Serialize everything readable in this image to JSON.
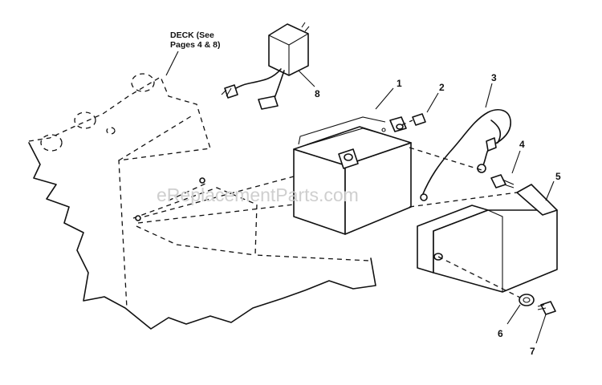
{
  "deck_label": {
    "line1": "DECK (See",
    "line2": "Pages 4 & 8)"
  },
  "watermark": "eReplacementParts.com",
  "callouts": [
    "1",
    "2",
    "3",
    "4",
    "5",
    "6",
    "7",
    "8"
  ]
}
